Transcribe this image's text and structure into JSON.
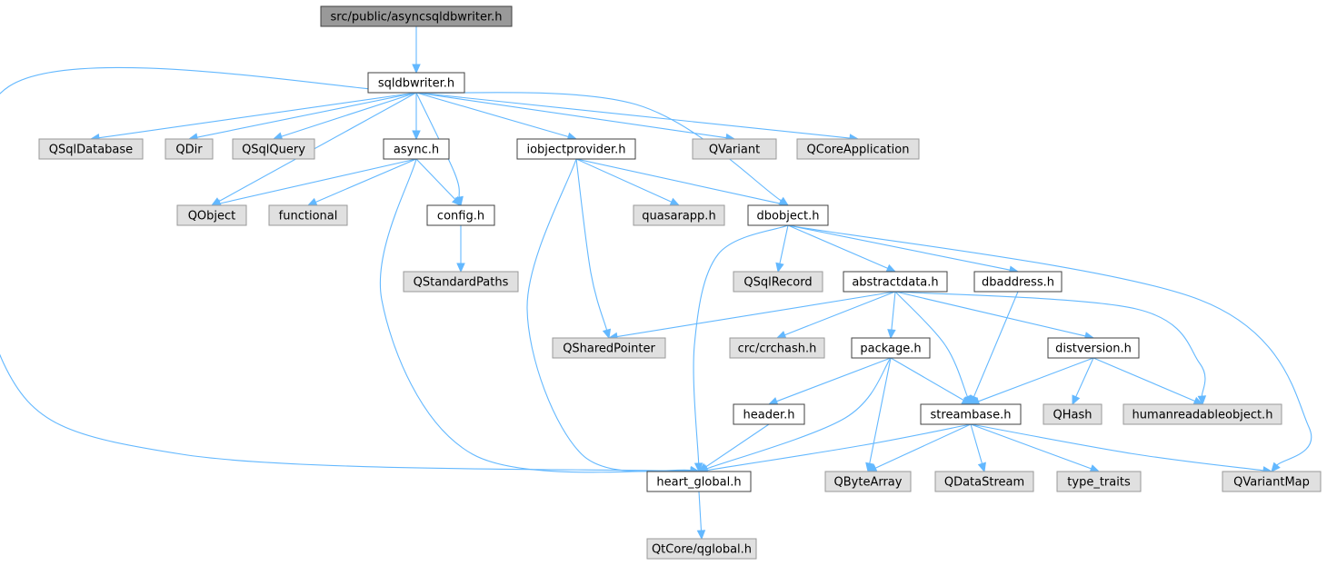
{
  "colors": {
    "root_fill": "#999999",
    "local_fill": "#ffffff",
    "external_fill": "#e0e0e0",
    "border_dark": "#404040",
    "border_external": "#999999",
    "edge": "#63b8ff"
  },
  "nodes": [
    {
      "id": "asyncsqldbwriter",
      "label": "src/public/asyncsqldbwriter.h",
      "kind": "root"
    },
    {
      "id": "sqldbwriter",
      "label": "sqldbwriter.h",
      "kind": "local"
    },
    {
      "id": "QSqlDatabase",
      "label": "QSqlDatabase",
      "kind": "external"
    },
    {
      "id": "QDir",
      "label": "QDir",
      "kind": "external"
    },
    {
      "id": "QSqlQuery",
      "label": "QSqlQuery",
      "kind": "external"
    },
    {
      "id": "async",
      "label": "async.h",
      "kind": "local"
    },
    {
      "id": "iobjectprovider",
      "label": "iobjectprovider.h",
      "kind": "local"
    },
    {
      "id": "QVariant",
      "label": "QVariant",
      "kind": "external"
    },
    {
      "id": "QCoreApplication",
      "label": "QCoreApplication",
      "kind": "external"
    },
    {
      "id": "QObject",
      "label": "QObject",
      "kind": "external"
    },
    {
      "id": "functional",
      "label": "functional",
      "kind": "external"
    },
    {
      "id": "config",
      "label": "config.h",
      "kind": "local"
    },
    {
      "id": "quasarapp",
      "label": "quasarapp.h",
      "kind": "external"
    },
    {
      "id": "dbobject",
      "label": "dbobject.h",
      "kind": "local"
    },
    {
      "id": "QStandardPaths",
      "label": "QStandardPaths",
      "kind": "external"
    },
    {
      "id": "QSqlRecord",
      "label": "QSqlRecord",
      "kind": "external"
    },
    {
      "id": "abstractdata",
      "label": "abstractdata.h",
      "kind": "local"
    },
    {
      "id": "dbaddress",
      "label": "dbaddress.h",
      "kind": "local"
    },
    {
      "id": "QSharedPointer",
      "label": "QSharedPointer",
      "kind": "external"
    },
    {
      "id": "crchash",
      "label": "crc/crchash.h",
      "kind": "external"
    },
    {
      "id": "package",
      "label": "package.h",
      "kind": "local"
    },
    {
      "id": "distversion",
      "label": "distversion.h",
      "kind": "local"
    },
    {
      "id": "header",
      "label": "header.h",
      "kind": "local"
    },
    {
      "id": "streambase",
      "label": "streambase.h",
      "kind": "local"
    },
    {
      "id": "QHash",
      "label": "QHash",
      "kind": "external"
    },
    {
      "id": "humanreadableobject",
      "label": "humanreadableobject.h",
      "kind": "external"
    },
    {
      "id": "heart_global",
      "label": "heart_global.h",
      "kind": "local"
    },
    {
      "id": "QByteArray",
      "label": "QByteArray",
      "kind": "external"
    },
    {
      "id": "QDataStream",
      "label": "QDataStream",
      "kind": "external"
    },
    {
      "id": "type_traits",
      "label": "type_traits",
      "kind": "external"
    },
    {
      "id": "QVariantMap",
      "label": "QVariantMap",
      "kind": "external"
    },
    {
      "id": "qglobal",
      "label": "QtCore/qglobal.h",
      "kind": "external"
    }
  ],
  "edges": [
    [
      "asyncsqldbwriter",
      "sqldbwriter"
    ],
    [
      "sqldbwriter",
      "QSqlDatabase"
    ],
    [
      "sqldbwriter",
      "QDir"
    ],
    [
      "sqldbwriter",
      "QSqlQuery"
    ],
    [
      "sqldbwriter",
      "async"
    ],
    [
      "sqldbwriter",
      "iobjectprovider"
    ],
    [
      "sqldbwriter",
      "QVariant"
    ],
    [
      "sqldbwriter",
      "QCoreApplication"
    ],
    [
      "sqldbwriter",
      "QObject"
    ],
    [
      "sqldbwriter",
      "config"
    ],
    [
      "sqldbwriter",
      "dbobject"
    ],
    [
      "sqldbwriter",
      "heart_global"
    ],
    [
      "async",
      "QObject"
    ],
    [
      "async",
      "functional"
    ],
    [
      "async",
      "config"
    ],
    [
      "async",
      "heart_global"
    ],
    [
      "config",
      "QStandardPaths"
    ],
    [
      "iobjectprovider",
      "quasarapp"
    ],
    [
      "iobjectprovider",
      "dbobject"
    ],
    [
      "iobjectprovider",
      "QSharedPointer"
    ],
    [
      "iobjectprovider",
      "heart_global"
    ],
    [
      "dbobject",
      "QSqlRecord"
    ],
    [
      "dbobject",
      "abstractdata"
    ],
    [
      "dbobject",
      "dbaddress"
    ],
    [
      "dbobject",
      "heart_global"
    ],
    [
      "dbobject",
      "QVariantMap"
    ],
    [
      "abstractdata",
      "QSharedPointer"
    ],
    [
      "abstractdata",
      "crchash"
    ],
    [
      "abstractdata",
      "package"
    ],
    [
      "abstractdata",
      "distversion"
    ],
    [
      "abstractdata",
      "streambase"
    ],
    [
      "abstractdata",
      "humanreadableobject"
    ],
    [
      "dbaddress",
      "streambase"
    ],
    [
      "package",
      "header"
    ],
    [
      "package",
      "streambase"
    ],
    [
      "package",
      "QByteArray"
    ],
    [
      "package",
      "heart_global"
    ],
    [
      "distversion",
      "streambase"
    ],
    [
      "distversion",
      "QHash"
    ],
    [
      "distversion",
      "humanreadableobject"
    ],
    [
      "header",
      "heart_global"
    ],
    [
      "streambase",
      "heart_global"
    ],
    [
      "streambase",
      "QByteArray"
    ],
    [
      "streambase",
      "QDataStream"
    ],
    [
      "streambase",
      "type_traits"
    ],
    [
      "streambase",
      "QVariantMap"
    ],
    [
      "heart_global",
      "qglobal"
    ]
  ]
}
